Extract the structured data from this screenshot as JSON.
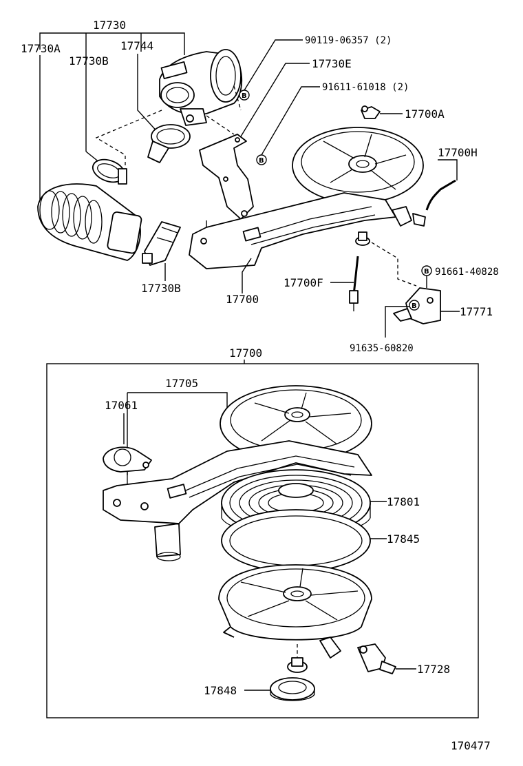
{
  "labels": {
    "p17730": "17730",
    "p17730A": "17730A",
    "p17730B_top": "17730B",
    "p17744": "17744",
    "p90119": "90119-06357 (2)",
    "p17730E": "17730E",
    "p91611": "91611-61018 (2)",
    "p17700A": "17700A",
    "p17700H": "17700H",
    "p91661": "91661-40828",
    "p17700F": "17700F",
    "p17771": "17771",
    "p91635": "91635-60820",
    "p17730B_bottom": "17730B",
    "p17700_upper": "17700",
    "p17700_box": "17700",
    "p17705": "17705",
    "p17061": "17061",
    "p17801": "17801",
    "p17845": "17845",
    "p17728": "17728",
    "p17848": "17848",
    "diagram_code": "170477"
  },
  "markers": {
    "b": "B"
  }
}
